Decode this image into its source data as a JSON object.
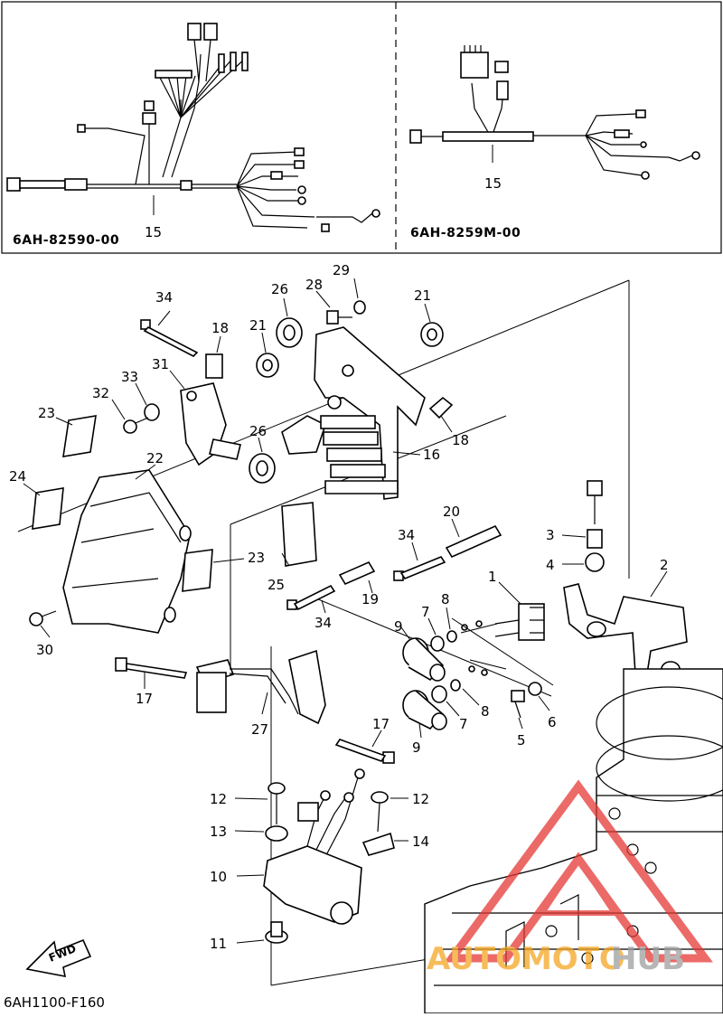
{
  "figure_code": "6AH1100-F160",
  "harness_codes": {
    "left": "6AH-82590-00",
    "right": "6AH-8259M-00"
  },
  "fwd_label": "FWD",
  "watermark": {
    "text_orange": "AUTOMOTO",
    "text_grey": "HUB",
    "color_orange": "#f5a623",
    "color_red": "#e53935"
  },
  "callouts": {
    "c1": "1",
    "c2": "2",
    "c3": "3",
    "c4": "4",
    "c5": "5",
    "c6": "6",
    "c7a": "7",
    "c7b": "7",
    "c8a": "8",
    "c8b": "8",
    "c9a": "9",
    "c9b": "9",
    "c10": "10",
    "c11": "11",
    "c12a": "12",
    "c12b": "12",
    "c13": "13",
    "c14": "14",
    "c15a": "15",
    "c15b": "15",
    "c16": "16",
    "c17a": "17",
    "c17b": "17",
    "c18a": "18",
    "c18b": "18",
    "c19": "19",
    "c20": "20",
    "c21a": "21",
    "c21b": "21",
    "c22": "22",
    "c23a": "23",
    "c23b": "23",
    "c24": "24",
    "c25": "25",
    "c26a": "26",
    "c26b": "26",
    "c27": "27",
    "c28": "28",
    "c29": "29",
    "c30": "30",
    "c31": "31",
    "c32": "32",
    "c33": "33",
    "c34a": "34",
    "c34b": "34",
    "c34c": "34"
  }
}
